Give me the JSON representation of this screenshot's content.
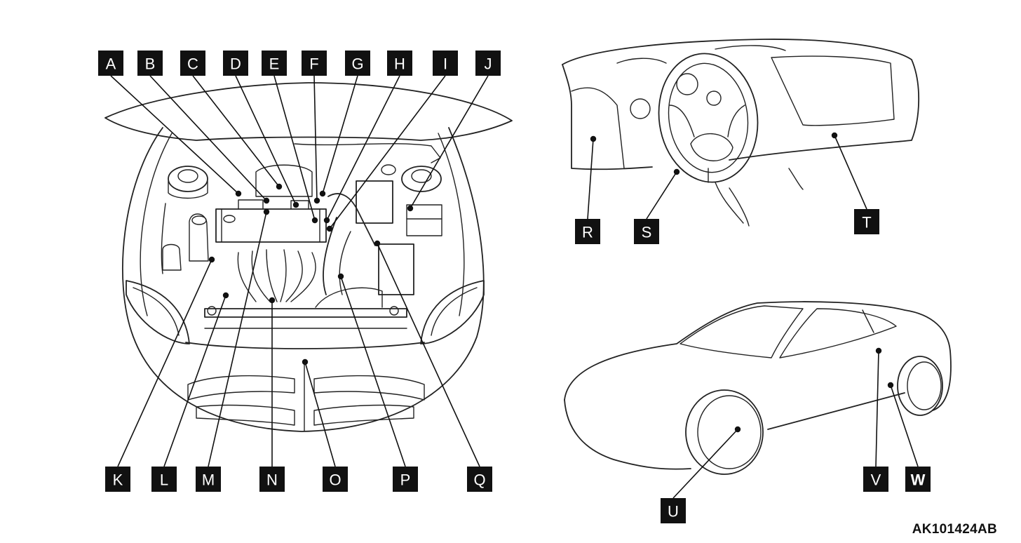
{
  "figure_code": "AK101424AB",
  "labels": [
    {
      "id": "A",
      "text": "A"
    },
    {
      "id": "B",
      "text": "B"
    },
    {
      "id": "C",
      "text": "C"
    },
    {
      "id": "D",
      "text": "D"
    },
    {
      "id": "E",
      "text": "E"
    },
    {
      "id": "F",
      "text": "F"
    },
    {
      "id": "G",
      "text": "G"
    },
    {
      "id": "H",
      "text": "H"
    },
    {
      "id": "I",
      "text": "I"
    },
    {
      "id": "J",
      "text": "J"
    },
    {
      "id": "K",
      "text": "K"
    },
    {
      "id": "L",
      "text": "L"
    },
    {
      "id": "M",
      "text": "M"
    },
    {
      "id": "N",
      "text": "N"
    },
    {
      "id": "O",
      "text": "O"
    },
    {
      "id": "P",
      "text": "P"
    },
    {
      "id": "Q",
      "text": "Q"
    },
    {
      "id": "R",
      "text": "R"
    },
    {
      "id": "S",
      "text": "S"
    },
    {
      "id": "T",
      "text": "T"
    },
    {
      "id": "U",
      "text": "U"
    },
    {
      "id": "V",
      "text": "V"
    },
    {
      "id": "W",
      "text": "W"
    }
  ],
  "views": [
    {
      "name": "engine-compartment",
      "labels": [
        "A",
        "B",
        "C",
        "D",
        "E",
        "F",
        "G",
        "H",
        "I",
        "J",
        "K",
        "L",
        "M",
        "N",
        "O",
        "P",
        "Q"
      ]
    },
    {
      "name": "dashboard",
      "labels": [
        "R",
        "S",
        "T"
      ]
    },
    {
      "name": "vehicle-side",
      "labels": [
        "U",
        "V",
        "W"
      ]
    }
  ],
  "colors": {
    "ink": "#111111",
    "label_text": "#ffffff",
    "background": "#ffffff"
  }
}
